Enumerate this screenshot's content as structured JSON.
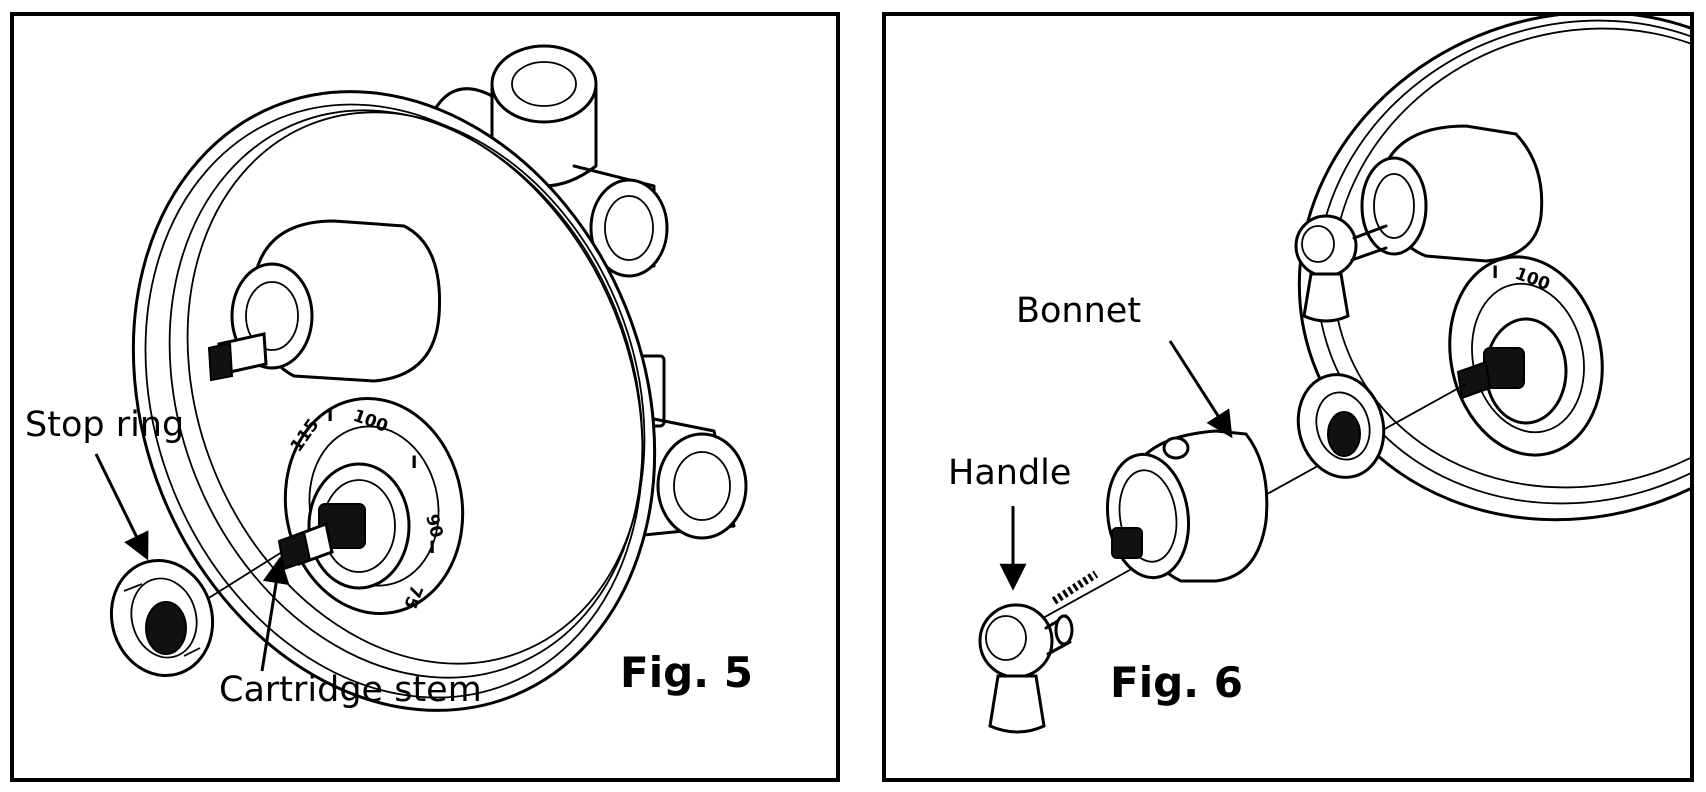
{
  "figures": [
    {
      "id": "fig5",
      "caption": "Fig. 5",
      "labels": {
        "stop_ring": "Stop ring",
        "cartridge_stem": "Cartridge stem"
      },
      "dial_marks": [
        "115",
        "I",
        "100",
        "I",
        "90",
        "I",
        "75"
      ]
    },
    {
      "id": "fig6",
      "caption": "Fig. 6",
      "labels": {
        "bonnet": "Bonnet",
        "handle": "Handle"
      },
      "dial_marks": [
        "100",
        "I"
      ]
    }
  ]
}
